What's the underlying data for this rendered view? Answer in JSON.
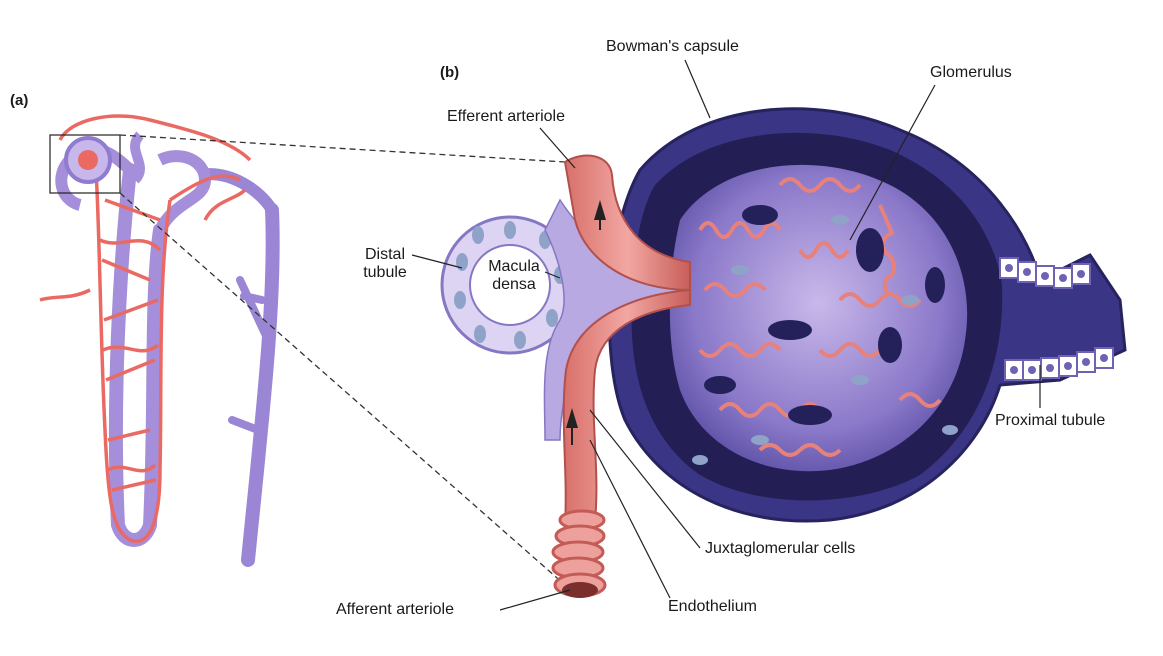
{
  "panels": {
    "a": "(a)",
    "b": "(b)"
  },
  "labels": {
    "bowmans_capsule": "Bowman's capsule",
    "glomerulus": "Glomerulus",
    "efferent_arteriole": "Efferent arteriole",
    "distal_tubule_line1": "Distal",
    "distal_tubule_line2": "tubule",
    "macula_densa_line1": "Macula",
    "macula_densa_line2": "densa",
    "proximal_tubule": "Proximal tubule",
    "juxtaglomerular_cells": "Juxtaglomerular cells",
    "endothelium": "Endothelium",
    "afferent_arteriole": "Afferent arteriole"
  },
  "colors": {
    "vessel_red": "#e8605a",
    "vessel_pink": "#e68a86",
    "tubule_purple": "#a98ed6",
    "capsule_dark": "#2e2a6b",
    "capsule_mid": "#6a5fb3",
    "tissue_light": "#d6c9ef",
    "cell_nucleus": "#8fa3c9"
  }
}
